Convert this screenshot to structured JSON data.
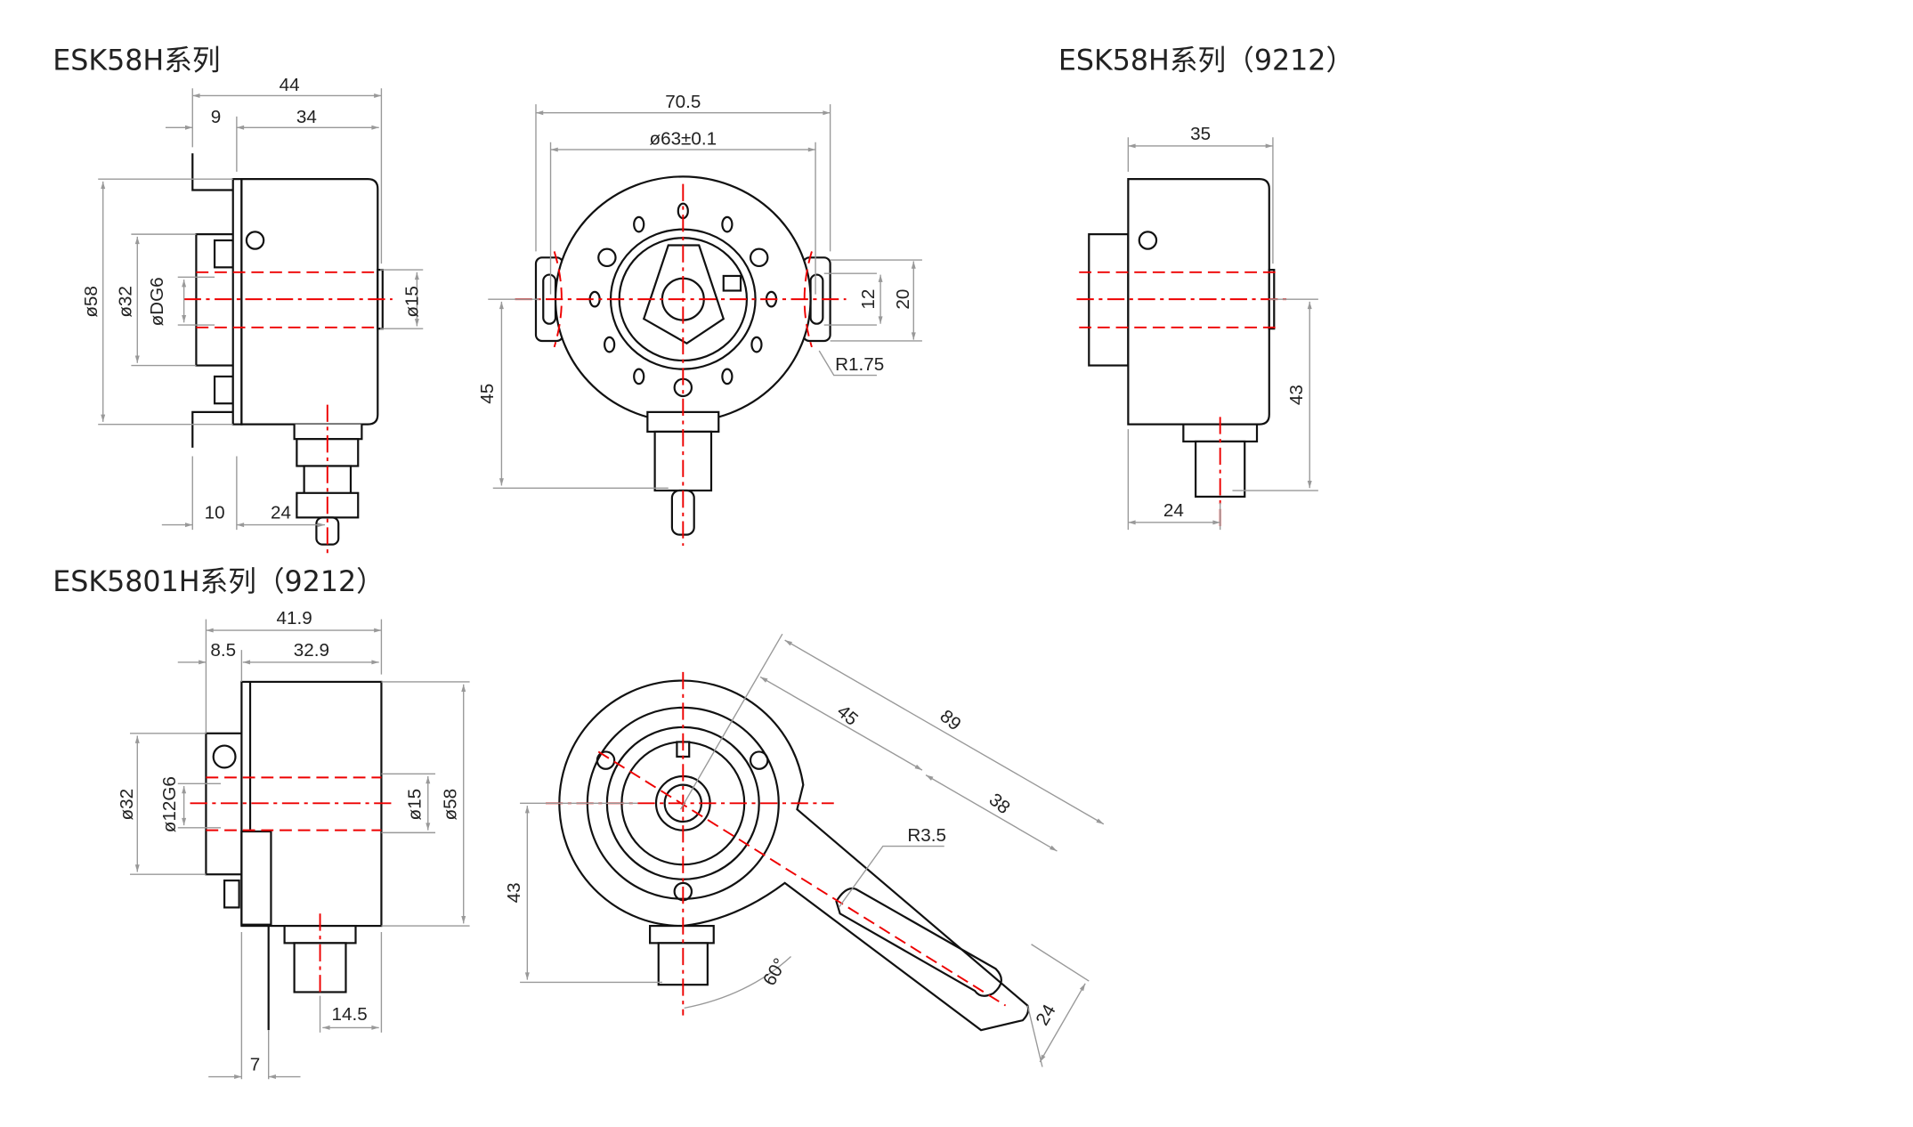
{
  "titles": {
    "esk58h": "ESK58H系列",
    "esk58h_9212": "ESK58H系列（9212）",
    "esk5801h_9212": "ESK5801H系列（9212）"
  },
  "view_esk58h_side": {
    "overall": "44",
    "flange": "9",
    "body": "34",
    "dia58": "ø58",
    "dia32": "ø32",
    "bore": "øDG6",
    "dia15": "ø15",
    "offset10": "10",
    "offset24": "24"
  },
  "view_esk58h_front": {
    "width": "70.5",
    "pcd": "ø63±0.1",
    "slot12": "12",
    "slot20": "20",
    "radius": "R1.75",
    "height45": "45"
  },
  "view_esk58h_9212": {
    "body": "35",
    "height43": "43",
    "offset24": "24"
  },
  "view_esk5801h_side": {
    "overall": "41.9",
    "flange": "8.5",
    "body": "32.9",
    "dia32": "ø32",
    "bore": "ø12G6",
    "dia15": "ø15",
    "dia58": "ø58",
    "conn": "14.5",
    "plate": "7"
  },
  "view_esk5801h_front": {
    "arm45": "45",
    "arm89": "89",
    "slot38": "38",
    "radius": "R3.5",
    "angle": "60°",
    "width24": "24",
    "height43": "43"
  }
}
